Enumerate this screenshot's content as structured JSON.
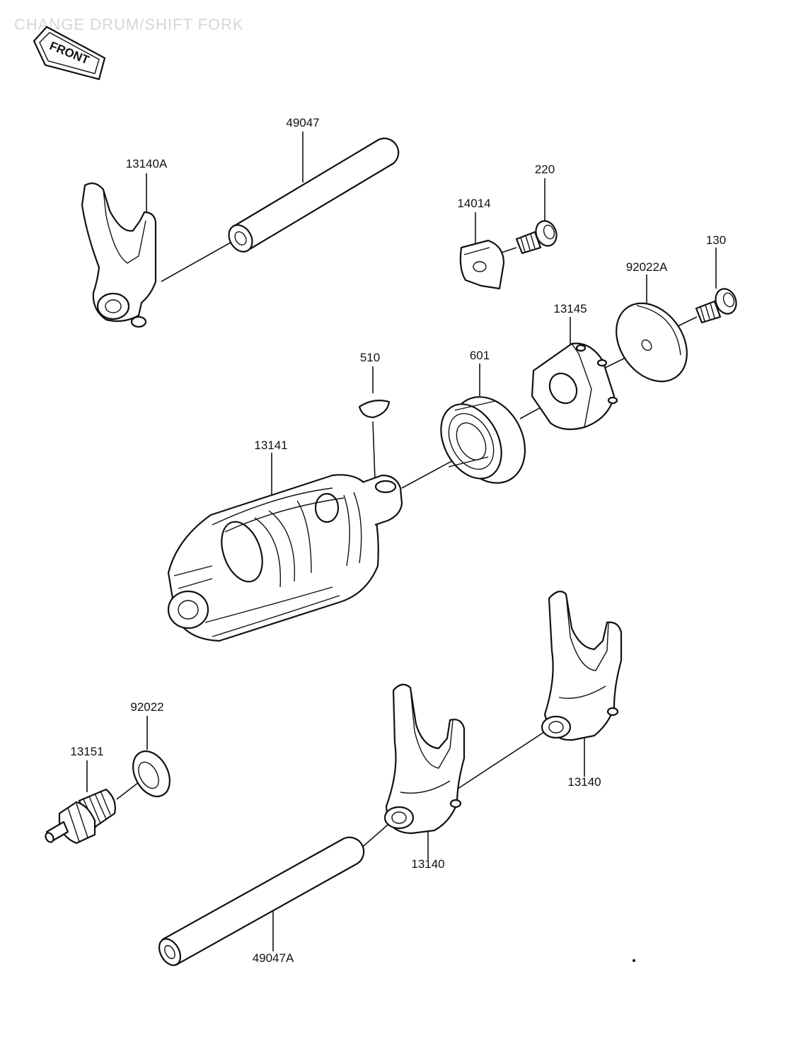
{
  "diagram": {
    "title": "CHANGE DRUM/SHIFT FORK",
    "direction_badge": "FRONT",
    "parts": [
      {
        "id": "shaft-top",
        "number": "49047"
      },
      {
        "id": "fork-top",
        "number": "13140A"
      },
      {
        "id": "screw-220",
        "number": "220"
      },
      {
        "id": "plate-14014",
        "number": "14014"
      },
      {
        "id": "screw-130",
        "number": "130"
      },
      {
        "id": "washer-92022a",
        "number": "92022A"
      },
      {
        "id": "cam-13145",
        "number": "13145"
      },
      {
        "id": "bearing-601",
        "number": "601"
      },
      {
        "id": "key-510",
        "number": "510"
      },
      {
        "id": "drum-13141",
        "number": "13141"
      },
      {
        "id": "washer-92022",
        "number": "92022"
      },
      {
        "id": "switch-13151",
        "number": "13151"
      },
      {
        "id": "fork-right",
        "number": "13140"
      },
      {
        "id": "fork-middle",
        "number": "13140"
      },
      {
        "id": "shaft-bottom",
        "number": "49047A"
      }
    ]
  }
}
